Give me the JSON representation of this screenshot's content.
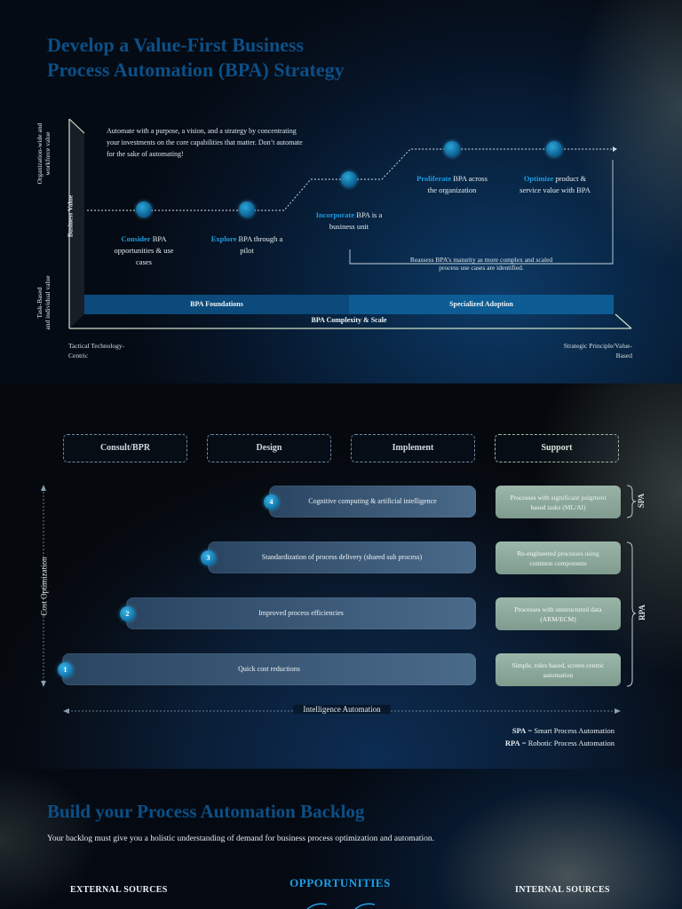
{
  "panel1": {
    "title_line1": "Develop a Value-First Business",
    "title_line2": "Process Automation (BPA) Strategy",
    "intro_line1": "Automate with a purpose, a vision, and a strategy by concentrating",
    "intro_line2": "your investments on the core capabilities that matter. Don’t automate",
    "intro_line3": "for the sake of automating!",
    "y_top_label_line1": "Organization-wide and",
    "y_top_label_line2": "workforce value",
    "y_axis_label": "Business Value",
    "y_bottom_label_line1": "Task-Based",
    "y_bottom_label_line2": "and individual value",
    "stages": [
      {
        "highlight": "Consider",
        "rest_line1": " BPA",
        "line2": "opportunities & use",
        "line3": "cases"
      },
      {
        "highlight": "Explore",
        "rest_line1": " BPA through a",
        "line2": "pilot",
        "line3": ""
      },
      {
        "highlight": "Incorporate",
        "rest_line1": " BPA is a",
        "line2": "business unit",
        "line3": ""
      },
      {
        "highlight": "Proliferate",
        "rest_line1": " BPA across",
        "line2": "the organization",
        "line3": ""
      },
      {
        "highlight": "Optimize",
        "rest_line1": " product &",
        "line2": "service value with BPA",
        "line3": ""
      }
    ],
    "reassess_line1": "Reassess BPA’s maturity as more complex and scaled",
    "reassess_line2": "process use cases are identified.",
    "bar_left": "BPA Foundations",
    "bar_right": "Specialized Adoption",
    "x_axis_label": "BPA Complexity & Scale",
    "x_left_line1": "Tactical Technology-",
    "x_left_line2": "Centric",
    "x_right_line1": "Strategic Principle/Value-",
    "x_right_line2": "Based",
    "colors": {
      "title": "#0c4f86",
      "highlight": "#1e9be0",
      "bar_left": "#0b4a7a",
      "bar_right": "#0e5c94"
    }
  },
  "panel2": {
    "columns": [
      "Consult/BPR",
      "Design",
      "Implement",
      "Support"
    ],
    "y_axis_label": "Cost Optimization",
    "rows": [
      {
        "num": "4",
        "label": "Cognitive computing & artificial intelligence",
        "support_line1": "Processes with significant judgment",
        "support_line2": "based tasks (ML/AI)"
      },
      {
        "num": "3",
        "label": "Standardization of process delivery (shared sub process)",
        "support_line1": "Re-engineered processes using",
        "support_line2": "common components"
      },
      {
        "num": "2",
        "label": "Improved process efficiencies",
        "support_line1": "Processes with unstructured data",
        "support_line2": "(ARM/ECM)"
      },
      {
        "num": "1",
        "label": "Quick cost reductions",
        "support_line1": "Simple, rules based, screen centric",
        "support_line2": "automation"
      }
    ],
    "brace_spa": "SPA",
    "brace_rpa": "RPA",
    "x_axis_label": "Intelligence Automation",
    "legend": [
      {
        "abbr": "SPA",
        "text": " = Smart Process Automation"
      },
      {
        "abbr": "RPA",
        "text": " = Robotic Process Automation"
      }
    ]
  },
  "panel3": {
    "title": "Build your Process Automation Backlog",
    "subtitle": "Your backlog must give you a holistic understanding of demand for business process optimization and automation.",
    "external": "EXTERNAL SOURCES",
    "opportunities": "OPPORTUNITIES",
    "internal": "INTERNAL SOURCES"
  }
}
